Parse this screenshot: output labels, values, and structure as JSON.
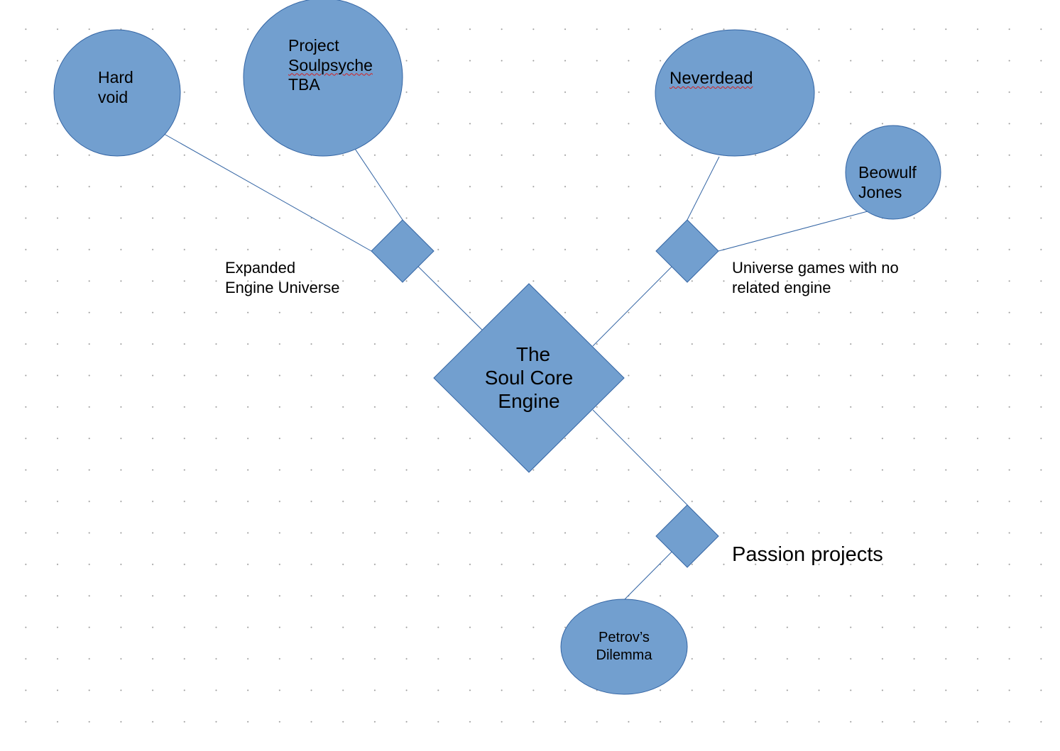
{
  "colors": {
    "shape_fill": "#729fcf",
    "shape_stroke": "#3465a4",
    "connector": "#3465a4",
    "spell_squiggle": "#d22222"
  },
  "nodes": {
    "center": {
      "line1": "The",
      "line2": "Soul Core",
      "line3": "Engine"
    },
    "hard_void": {
      "line1": "Hard",
      "line2": "void"
    },
    "project_soulpsyche": {
      "line1": "Project",
      "line2": "Soulpsyche",
      "line3": "TBA"
    },
    "neverdead": {
      "line1": "Neverdead"
    },
    "beowulf_jones": {
      "line1": "Beowulf",
      "line2": "Jones"
    },
    "petrovs_dilemma": {
      "line1": "Petrov’s",
      "line2": "Dilemma"
    }
  },
  "branches": {
    "expanded": {
      "line1": "Expanded",
      "line2": "Engine Universe"
    },
    "universe": {
      "line1": "Universe games with no",
      "line2": "related engine"
    },
    "passion": {
      "line1": "Passion projects"
    }
  }
}
